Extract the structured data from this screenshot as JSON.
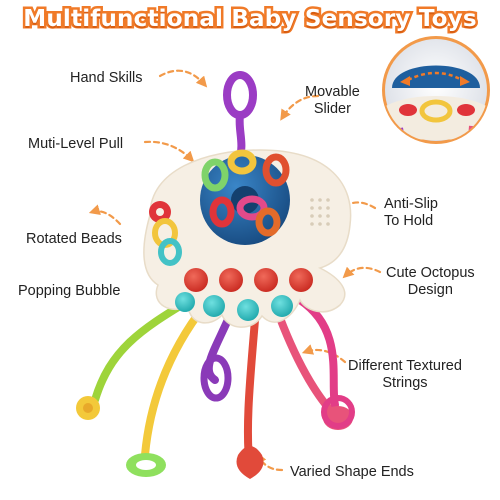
{
  "title": "Multifunctional Baby Sensory Toys",
  "features": {
    "hand_skills": "Hand Skills",
    "movable_slider_1": "Movable",
    "movable_slider_2": "Slider",
    "multi_level_pull": "Muti-Level Pull",
    "anti_slip_1": "Anti-Slip",
    "anti_slip_2": "To Hold",
    "rotated_beads": "Rotated Beads",
    "cute_octopus_1": "Cute Octopus",
    "cute_octopus_2": "Design",
    "popping_bubble": "Popping Bubble",
    "textured_strings_1": "Different Textured",
    "textured_strings_2": "Strings",
    "varied_shape_ends": "Varied Shape Ends"
  },
  "colors": {
    "title_stroke": "#f07a28",
    "arrow": "#f29a4a",
    "body": "#f6efe4",
    "dome": "#1f5f9e",
    "bubble_red": "#d9342b",
    "bubble_teal": "#2bbcc0"
  }
}
